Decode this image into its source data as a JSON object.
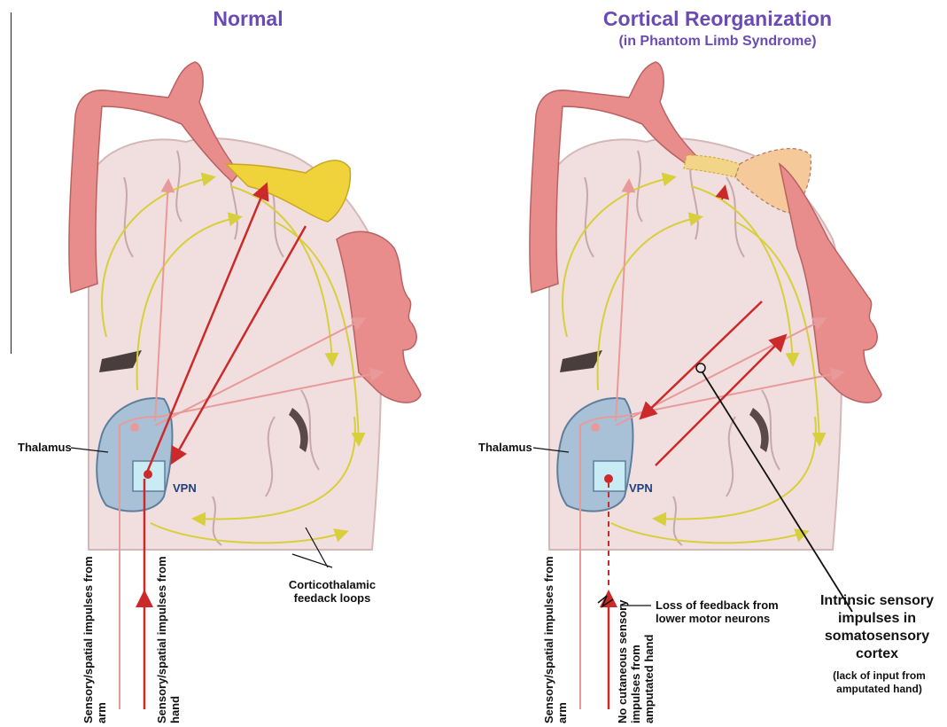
{
  "left_panel": {
    "title": "Normal",
    "thalamus_label": "Thalamus",
    "vpn_label": "VPN",
    "arm_label": "Sensory/spatial impulses from arm",
    "hand_label": "Sensory/spatial impulses from hand",
    "loops_label": "Corticothalamic feedack loops"
  },
  "right_panel": {
    "title": "Cortical Reorganization",
    "subtitle": "(in Phantom Limb Syndrome)",
    "thalamus_label": "Thalamus",
    "vpn_label": "VPN",
    "arm_label": "Sensory/spatial impulses from arm",
    "no_input_label": "No cutaneous sensory impulses from amputated hand",
    "loss_label": "Loss of feedback from lower motor neurons",
    "intrinsic_label": "Intrinsic sensory impulses in somatosensory cortex",
    "lack_label": "(lack of input from amputated hand)"
  },
  "colors": {
    "title": "#6a4bb5",
    "brain": "#f1dede",
    "homunculus": "#e98c8c",
    "thalamus": "#a9c1d6",
    "vpn": "#c9ecf4",
    "red_pathway": "#cc2a2a",
    "pink_pathway": "#e89a9a",
    "feedback_loop": "#d8cf3c",
    "hand": "#f0d23a"
  }
}
